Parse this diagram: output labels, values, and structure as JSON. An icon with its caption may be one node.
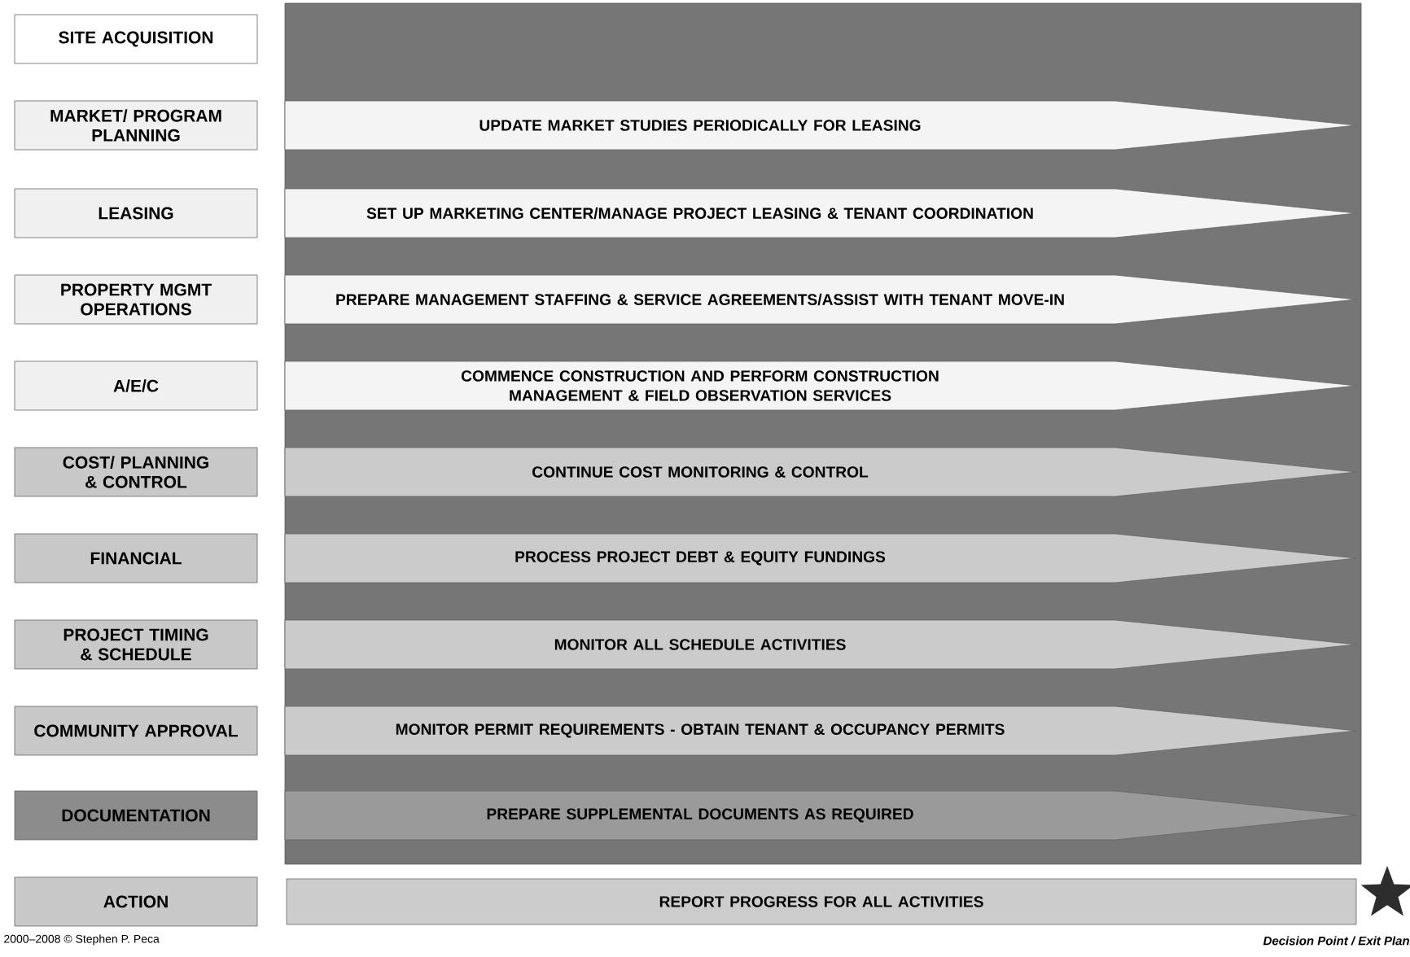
{
  "diagram": {
    "nodes": [
      {
        "text": [
          "SITE ACQUISITION"
        ]
      },
      {
        "text": [
          "MARKET/ PROGRAM PLANNING"
        ]
      },
      {
        "text": [
          "LEASING"
        ]
      },
      {
        "text": [
          "PROPERTY MGMT OPERATIONS"
        ]
      },
      {
        "text": [
          "A/E/C"
        ]
      },
      {
        "text": [
          "COST/ PLANNING & CONTROL"
        ]
      },
      {
        "text": [
          "FINANCIAL"
        ]
      },
      {
        "text": [
          "PROJECT TIMING & SCHEDULE"
        ]
      },
      {
        "text": [
          "COMMUNITY APPROVAL"
        ]
      },
      {
        "text": [
          "DOCUMENTATION"
        ]
      },
      {
        "text": [
          "ACTION"
        ]
      },
      {
        "text": [],
        "shape": "box"
      },
      {
        "text": [
          "UPDATE MARKET STUDIES PERIODICALLY FOR LEASING"
        ],
        "in": 11
      },
      {
        "text": [
          "SET UP MARKETING CENTER/MANAGE PROJECT LEASING & TENANT COORDINATION"
        ],
        "in": 11
      },
      {
        "text": [
          "PREPARE MANAGEMENT STAFFING & SERVICE AGREEMENTS/ASSIST WITH TENANT MOVE-IN"
        ],
        "in": 11
      },
      {
        "text": [
          "COMMENCE CONSTRUCTION AND PERFORM CONSTRUCTION MANAGEMENT & FIELD OBSERVATION SERVICES"
        ],
        "in": 11
      },
      {
        "text": [
          "CONTINUE COST MONITORING & CONTROL"
        ],
        "in": 11
      },
      {
        "text": [
          "PROCESS PROJECT DEBT & EQUITY FUNDINGS"
        ],
        "in": 11
      },
      {
        "text": [
          "MONITOR ALL SCHEDULE ACTIVITIES"
        ],
        "in": 11
      },
      {
        "text": [
          "MONITOR PERMIT REQUIREMENTS - OBTAIN TENANT & OCCUPANCY PERMITS"
        ],
        "in": 11
      },
      {
        "text": [
          "PREPARE SUPPLEMENTAL DOCUMENTS AS REQUIRED"
        ],
        "in": 11
      },
      {
        "text": [
          "REPORT PROGRESS FOR ALL ACTIVITIES"
        ]
      },
      {
        "text": [],
        "shape": "star"
      }
    ],
    "labels": [
      "2000–2008 © Stephen P. Peca",
      "Decision Point / Exit Plan"
    ]
  }
}
